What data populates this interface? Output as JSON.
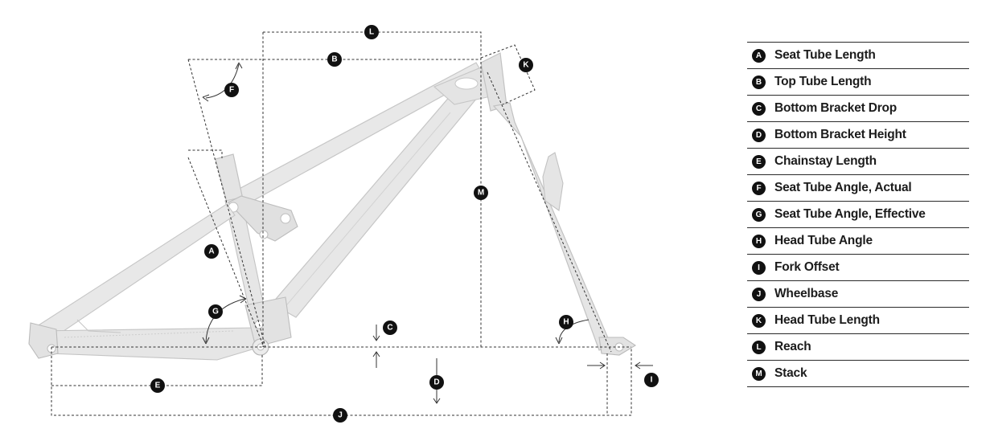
{
  "legend": {
    "items": [
      {
        "letter": "A",
        "label": "Seat Tube Length"
      },
      {
        "letter": "B",
        "label": "Top Tube Length"
      },
      {
        "letter": "C",
        "label": "Bottom Bracket Drop"
      },
      {
        "letter": "D",
        "label": "Bottom Bracket Height"
      },
      {
        "letter": "E",
        "label": "Chainstay Length"
      },
      {
        "letter": "F",
        "label": "Seat Tube Angle, Actual"
      },
      {
        "letter": "G",
        "label": "Seat Tube Angle, Effective"
      },
      {
        "letter": "H",
        "label": "Head Tube Angle"
      },
      {
        "letter": "I",
        "label": "Fork Offset"
      },
      {
        "letter": "J",
        "label": "Wheelbase"
      },
      {
        "letter": "K",
        "label": "Head Tube Length"
      },
      {
        "letter": "L",
        "label": "Reach"
      },
      {
        "letter": "M",
        "label": "Stack"
      }
    ]
  },
  "diagram": {
    "markers": [
      "L",
      "B",
      "K",
      "F",
      "M",
      "A",
      "G",
      "C",
      "H",
      "I",
      "D",
      "E",
      "J"
    ],
    "colors": {
      "frame": "#e6e6e6",
      "frame_edge": "#c2c2c2",
      "lines": "#333333",
      "badge": "#111111"
    }
  }
}
